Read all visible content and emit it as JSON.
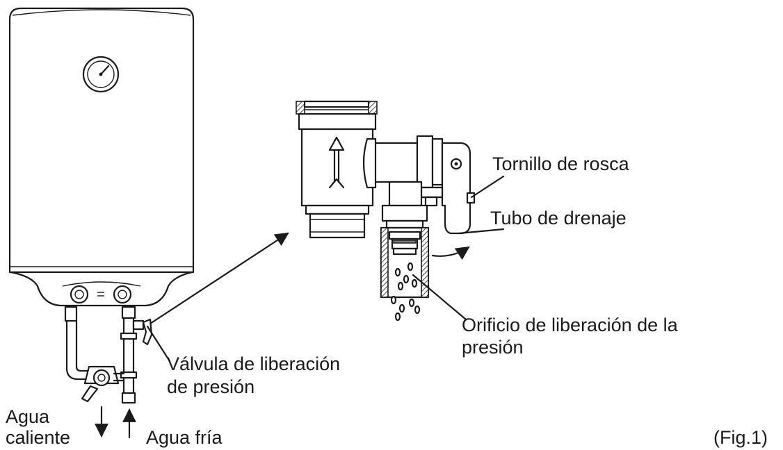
{
  "labels": {
    "screw": "Tornillo de rosca",
    "drain": "Tubo de drenaje",
    "orifice_line1": "Orificio de liberación de la",
    "orifice_line2": "presión",
    "valve_line1": "Válvula de liberación",
    "valve_line2": "de presión",
    "hot_line1": "Agua",
    "hot_line2": "caliente",
    "cold": "Agua fría",
    "figure": "(Fig.1)"
  },
  "icons": [
    "water-heater-icon",
    "pressure-gauge-icon",
    "flow-arrow-icon",
    "drip-icon"
  ]
}
